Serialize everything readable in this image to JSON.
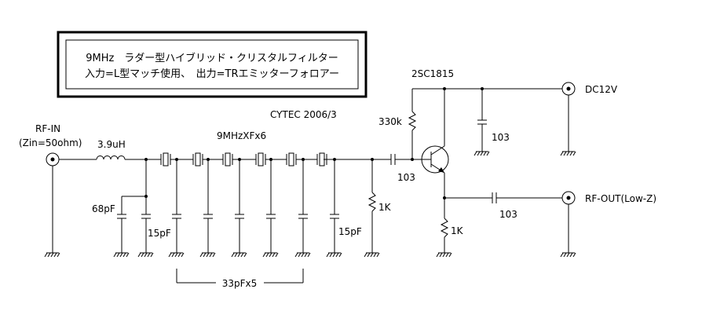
{
  "title_box": {
    "line1": "9MHz　ラダー型ハイブリッド・クリスタルフィルター",
    "line2": "入力=L型マッチ使用、　出力=TRエミッターフォロアー"
  },
  "credit": "CYTEC 2006/3",
  "labels": {
    "rf_in": "RF-IN",
    "rf_in_impedance": "(Zin=50ohm)",
    "inductor": "3.9uH",
    "c_68p": "68pF",
    "c_15p_left": "15pF",
    "crystals": "9MHzXFx6",
    "c_15p_right": "15pF",
    "caps_group": "33pFx5",
    "r_1k_in": "1K",
    "c_103_coupling": "103",
    "transistor": "2SC1815",
    "r_330k": "330k",
    "c_103_bypass": "103",
    "dc": "DC12V",
    "rf_out": "RF-OUT(Low-Z)",
    "c_103_out": "103",
    "r_1k_emitter": "1K"
  }
}
